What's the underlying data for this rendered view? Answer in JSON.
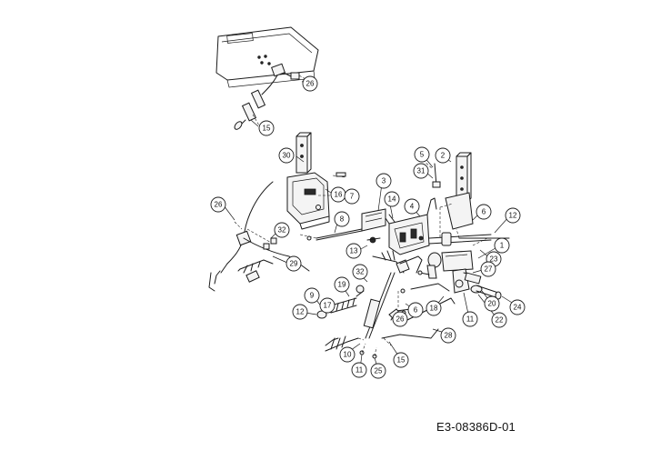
{
  "drawing_code": "E3-08386D-01",
  "callouts": {
    "c26_top": "26",
    "c15_top": "15",
    "c30": "30",
    "c16": "16",
    "c7": "7",
    "c26_left": "26",
    "c8": "8",
    "c32_left": "32",
    "c29": "29",
    "c3": "3",
    "c14": "14",
    "c4": "4",
    "c5": "5",
    "c2": "2",
    "c31": "31",
    "c6_top": "6",
    "c12_right": "12",
    "c1": "1",
    "c23": "23",
    "c27": "27",
    "c13": "13",
    "c32_mid": "32",
    "c9": "9",
    "c19": "19",
    "c17": "17",
    "c12_left": "12",
    "c26_mid": "26",
    "c6_mid": "6",
    "c18": "18",
    "c11_right": "11",
    "c20": "20",
    "c24": "24",
    "c22": "22",
    "c28": "28",
    "c10": "10",
    "c11_bottom": "11",
    "c25": "25",
    "c15_bottom": "15"
  }
}
